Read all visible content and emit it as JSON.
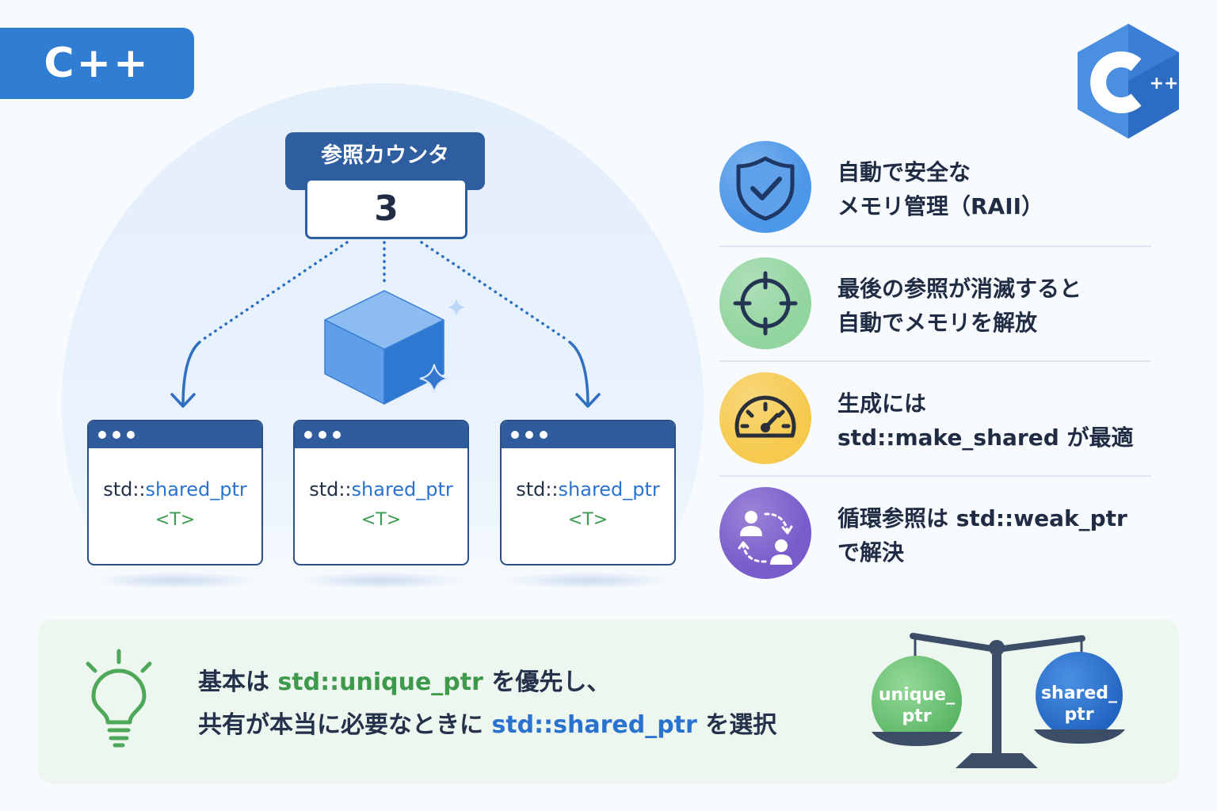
{
  "badge": {
    "label": "C++"
  },
  "logo": {
    "letter": "C",
    "plus": "++"
  },
  "counter": {
    "title": "参照カウンタ",
    "value": "3"
  },
  "pointers": [
    {
      "namespace": "std::",
      "type": "shared_ptr",
      "template_arg": "<T>"
    },
    {
      "namespace": "std::",
      "type": "shared_ptr",
      "template_arg": "<T>"
    },
    {
      "namespace": "std::",
      "type": "shared_ptr",
      "template_arg": "<T>"
    }
  ],
  "features": [
    {
      "icon": "shield-check-icon",
      "color": "#4d97e8",
      "line1": "自動で安全な",
      "line2": "メモリ管理（RAII）"
    },
    {
      "icon": "crosshair-icon",
      "color": "#93d5a0",
      "line1": "最後の参照が消滅すると",
      "line2": "自動でメモリを解放"
    },
    {
      "icon": "gauge-icon",
      "color": "#f6ca4f",
      "line1": "生成には",
      "line2": "std::make_shared が最適"
    },
    {
      "icon": "users-cycle-icon",
      "color": "#7a5bcb",
      "line1": "循環参照は std::weak_ptr",
      "line2": "で解決"
    }
  ],
  "tip": {
    "icon": "lightbulb-icon",
    "line1": {
      "before": "基本は ",
      "code": "std::unique_ptr",
      "after": " を優先し、"
    },
    "line2": {
      "before": "共有が本当に必要なときに ",
      "code": "std::shared_ptr",
      "after": " を選択"
    }
  },
  "scale": {
    "icon": "balance-scale-icon",
    "left": {
      "line1": "unique_",
      "line2": "ptr"
    },
    "right": {
      "line1": "shared_",
      "line2": "ptr"
    }
  },
  "colors": {
    "brand_blue": "#2f7ed4",
    "navy": "#2e5da0",
    "text_dark": "#1f2c44",
    "code_blue": "#2a72cf",
    "code_green": "#3d9a4c",
    "panel_green": "#eef7ef"
  }
}
